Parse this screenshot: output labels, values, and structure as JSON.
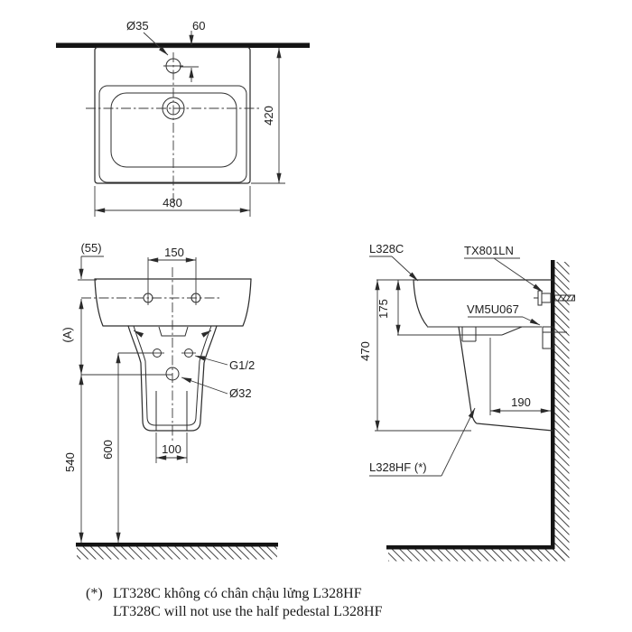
{
  "page": {
    "background": "#ffffff"
  },
  "colors": {
    "line": "#2e2e2e",
    "solid": "#141414",
    "text": "#202020"
  },
  "views": {
    "top": {
      "dims": {
        "faucet_hole_dia": "Ø35",
        "faucet_to_wall": "60",
        "width": "480",
        "depth": "420"
      }
    },
    "front": {
      "dims": {
        "rim_to_holes": "(55)",
        "hole_spacing": "150",
        "holes_to_drain": "(A)",
        "pedestal_opening_width": "100",
        "supply_height": "600",
        "drain_height": "540"
      },
      "labels": {
        "supply_thread": "G1/2",
        "drain_dia": "Ø32"
      }
    },
    "side": {
      "dims": {
        "rim_to_underside": "175",
        "lavatory_height": "470",
        "wall_to_pedestal": "190"
      },
      "labels": {
        "lavatory": "L328C",
        "fixing_bolt": "TX801LN",
        "drain_fitting": "VM5U067",
        "half_pedestal": "L328HF (*)"
      }
    }
  },
  "notes": {
    "marker": "(*)",
    "line1_vi": "LT328C không có chân chậu lửng L328HF",
    "line2_en": "LT328C will not use the half pedestal L328HF"
  }
}
